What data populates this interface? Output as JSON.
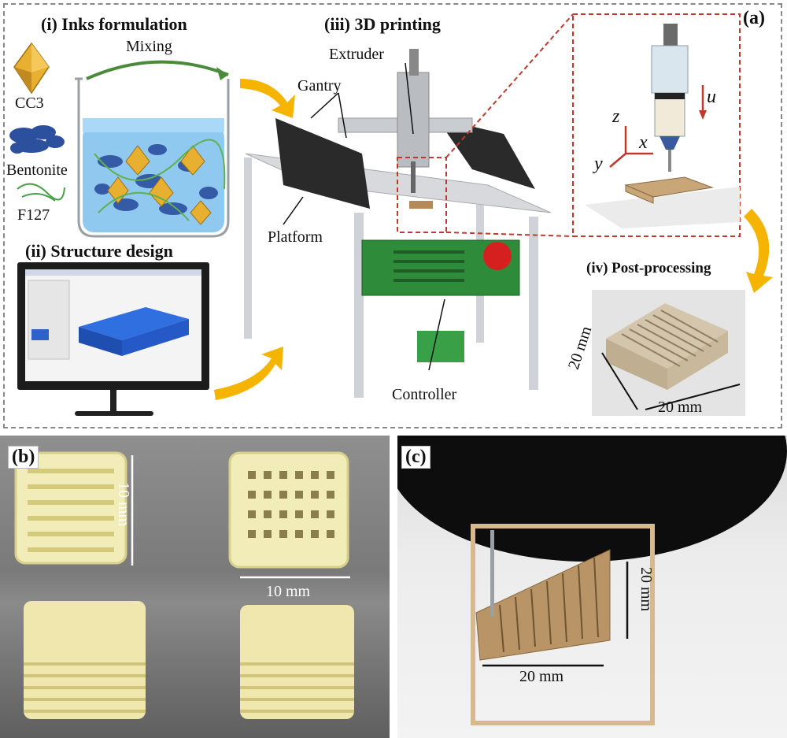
{
  "panel_a": {
    "letter": "(a)",
    "inks": {
      "title": "(i) Inks formulation",
      "mixing": "Mixing",
      "legend": [
        "CC3",
        "Bentonite",
        "F127"
      ]
    },
    "structure": {
      "title": "(ii) Structure design"
    },
    "printing": {
      "title": "(iii) 3D printing",
      "labels": {
        "extruder": "Extruder",
        "gantry": "Gantry",
        "platform": "Platform",
        "controller": "Controller"
      }
    },
    "inset": {
      "axes": {
        "z": "z",
        "x": "x",
        "y": "y",
        "u": "u"
      }
    },
    "post": {
      "title": "(iv) Post-processing",
      "dim_h": "20 mm",
      "dim_v": "20 mm"
    }
  },
  "panel_b": {
    "letter": "(b)",
    "dim_v": "10 mm",
    "dim_h": "10 mm"
  },
  "panel_c": {
    "letter": "(c)",
    "dim_v": "20 mm",
    "dim_h": "20 mm"
  },
  "colors": {
    "arrow": "#f5b400",
    "dashed_red": "#c0392b",
    "ink_yellow": "#e8b030",
    "bentonite_blue": "#2c4f9e",
    "f127_green": "#4aa04a",
    "scaffold_cream": "#f1ecb8",
    "scaffold_tan": "#b89466"
  }
}
